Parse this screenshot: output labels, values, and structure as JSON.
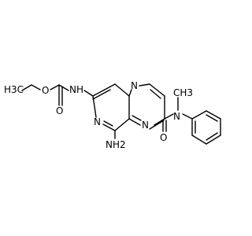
{
  "molecule": {
    "atoms": {
      "h3c": "H3C",
      "ester_o": "O",
      "carbonyl_o_left": "O",
      "amide_nh": "NH",
      "ring_n_top": "N",
      "ring_n_bottom": "N",
      "pyridine_n": "N",
      "amine": "NH2",
      "amide_n": "N",
      "amide_o": "O",
      "methyl": "CH3"
    }
  },
  "colors": {
    "bond": "#000000",
    "label": "#000000",
    "background": "#ffffff"
  }
}
